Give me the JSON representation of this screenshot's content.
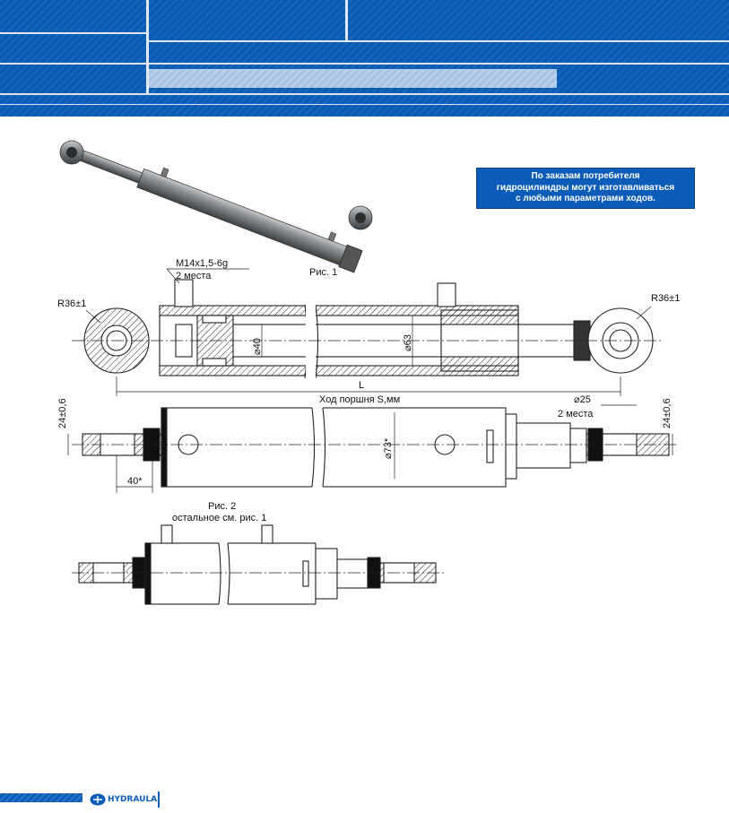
{
  "note": {
    "line1": "По заказам потребителя",
    "line2": "гидроцилиндры могут изготавливаться",
    "line3": "с любыми параметрами ходов."
  },
  "labels": {
    "thread": "М14х1,5-6g",
    "thread_qty": "2 места",
    "fig1": "Рис. 1",
    "radius_left": "R36±1",
    "radius_right": "R36±1",
    "dia_rod": "⌀40",
    "dia_bore": "⌀63",
    "length": "L",
    "stroke": "Ход поршня S,мм",
    "dia_pin": "⌀25",
    "pin_qty": "2 места",
    "width_left": "24±0,6",
    "width_right": "24±0,6",
    "dia_body": "⌀73*",
    "offset": "40*",
    "fig2": "Рис. 2",
    "fig2_note": "остальное см. рис. 1"
  },
  "footer": {
    "logo_text": "HYDRAULA"
  },
  "colors": {
    "header_blue": "#0a5bb6",
    "header_light": "#a9c4e7",
    "note_bg": "#0b5cb8"
  }
}
